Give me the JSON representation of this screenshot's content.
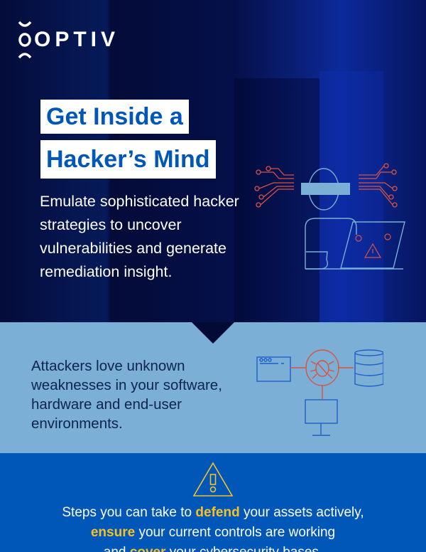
{
  "brand": {
    "name": "OPTIV",
    "logo_icon": "optiv-logo-icon"
  },
  "hero": {
    "title_line1": "Get Inside a",
    "title_line2": "Hacker’s Mind",
    "lead": "Emulate sophisticated hacker strategies to uncover vulnerabilities and generate remediation insight.",
    "illustration": "hacker-laptop-icon"
  },
  "problem": {
    "text": "Attackers love unknown weaknesses in your software, hardware and end-user environments.",
    "illustration": "network-bug-icon"
  },
  "steps": {
    "icon": "warning-icon",
    "p1": "Steps you can take to ",
    "k1": "defend",
    "p2": " your assets actively,",
    "k2": "ensure",
    "p3": " your current controls are working",
    "p4": "and ",
    "k3": "cover",
    "p5": " your cybersecurity bases."
  },
  "colors": {
    "brand_blue": "#0057b8",
    "light_blue": "#7bafd6",
    "accent_yellow": "#f5c02c",
    "accent_red": "#d9533f"
  }
}
